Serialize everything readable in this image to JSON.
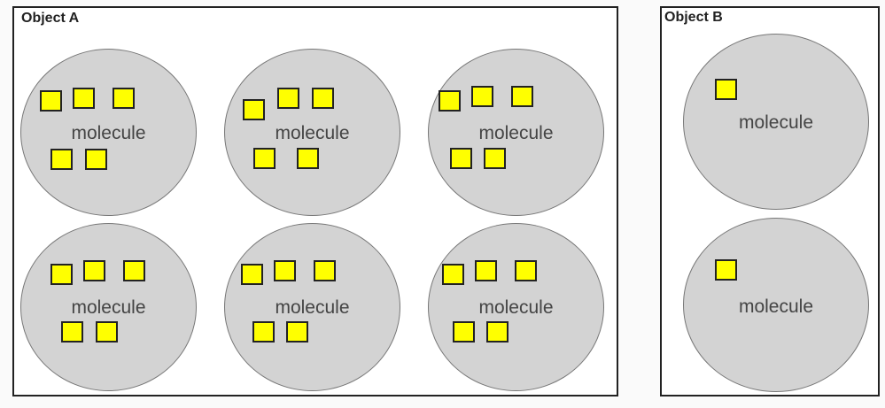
{
  "object_a": {
    "title": "Object A",
    "molecules": [
      {
        "label": "molecule",
        "atoms": 5
      },
      {
        "label": "molecule",
        "atoms": 5
      },
      {
        "label": "molecule",
        "atoms": 5
      },
      {
        "label": "molecule",
        "atoms": 5
      },
      {
        "label": "molecule",
        "atoms": 5
      },
      {
        "label": "molecule",
        "atoms": 5
      }
    ]
  },
  "object_b": {
    "title": "Object B",
    "molecules": [
      {
        "label": "molecule",
        "atoms": 1
      },
      {
        "label": "molecule",
        "atoms": 1
      }
    ]
  },
  "colors": {
    "atom": "#ffff00",
    "molecule": "#d3d3d3"
  }
}
